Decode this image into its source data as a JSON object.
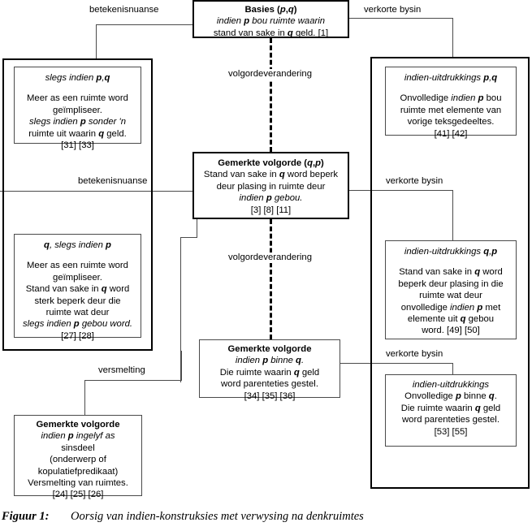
{
  "figure": {
    "number_label": "Figuur 1:",
    "caption": "Oorsig van indien-konstruksies met verwysing na denkruimtes"
  },
  "diagram": {
    "type": "flow-diagram",
    "center_nodes": [
      {
        "id": "basies",
        "title": "Basies (p,q)",
        "line1": "indien p bou ruimte waarin",
        "line2": "stand van sake in q geld. [1]",
        "refs": "[1]"
      },
      {
        "id": "gemerkte-volgorde-qp",
        "title": "Gemerkte volgorde (q,p)",
        "line1": "Stand van sake in q word beperk",
        "line2": "deur plasing in ruimte deur",
        "line3": "indien p gebou.",
        "refs": "[3] [8] [11]"
      },
      {
        "id": "gemerkte-volgorde-binne",
        "title": "Gemerkte volgorde",
        "line1": "indien p binne q.",
        "line2": "Die ruimte waarin q geld",
        "line3": "word parenteties gestel.",
        "refs": "[34] [35] [36]"
      }
    ],
    "left_nodes": [
      {
        "id": "slegs-indien-pq",
        "title": "slegs indien p,q",
        "line1": "Meer as een ruimte word",
        "line2": "geïmpliseer.",
        "line3": "slegs indien p sonder 'n",
        "line4": "ruimte uit waarin q geld.",
        "refs": "[31] [33]"
      },
      {
        "id": "q-slegs-indien-p",
        "title": "q, slegs indien p",
        "line1": "Meer as een ruimte word",
        "line2": "geïmpliseer.",
        "line3": "Stand van sake in q word",
        "line4": "sterk beperk deur die",
        "line5": "ruimte wat deur",
        "line6": "slegs indien p gebou word.",
        "refs": "[27] [28]"
      }
    ],
    "bottom_left_node": {
      "id": "gemerkte-volgorde-versmelting",
      "title": "Gemerkte volgorde",
      "line1": "indien p ingelyf as",
      "line2": "sinsdeel",
      "line3": "(onderwerp of",
      "line4": "kopulatiefpredikaat)",
      "line5": "Versmelting van ruimtes.",
      "refs": "[24] [25] [26]"
    },
    "right_nodes": [
      {
        "id": "indien-uitdrukkings-pq",
        "title": "indien-uitdrukkings p,q",
        "line1": "Onvolledige indien p bou",
        "line2": "ruimte met elemente van",
        "line3": "vorige teksgedeeltes.",
        "refs": "[41] [42]"
      },
      {
        "id": "indien-uitdrukkings-qp",
        "title": "indien-uitdrukkings q,p",
        "line1": "Stand van sake in q word",
        "line2": "beperk deur plasing in die",
        "line3": "ruimte wat deur",
        "line4": "onvolledige indien p met",
        "line5": "elemente uit q gebou",
        "line6": "word. [49] [50]",
        "refs": "[49] [50]"
      },
      {
        "id": "indien-uitdrukkings-binne",
        "title": "indien-uitdrukkings",
        "line1": "Onvolledige p binne q.",
        "line2": "Die ruimte waarin q geld",
        "line3": "word parenteties gestel.",
        "refs": "[53] [55]"
      }
    ],
    "edge_labels": {
      "betekenisnuanse_top": "betekenisnuanse",
      "betekenisnuanse_mid": "betekenisnuanse",
      "verkorte_bysin_top": "verkorte bysin",
      "verkorte_bysin_mid": "verkorte bysin",
      "verkorte_bysin_bot": "verkorte bysin",
      "volgordeverandering_top": "volgordeverandering",
      "volgordeverandering_bot": "volgordeverandering",
      "versmelting": "versmelting"
    },
    "colors": {
      "line": "#4b4b4b",
      "box_border": "#000000",
      "inner_border": "#4a4a4a",
      "background": "#ffffff"
    }
  }
}
